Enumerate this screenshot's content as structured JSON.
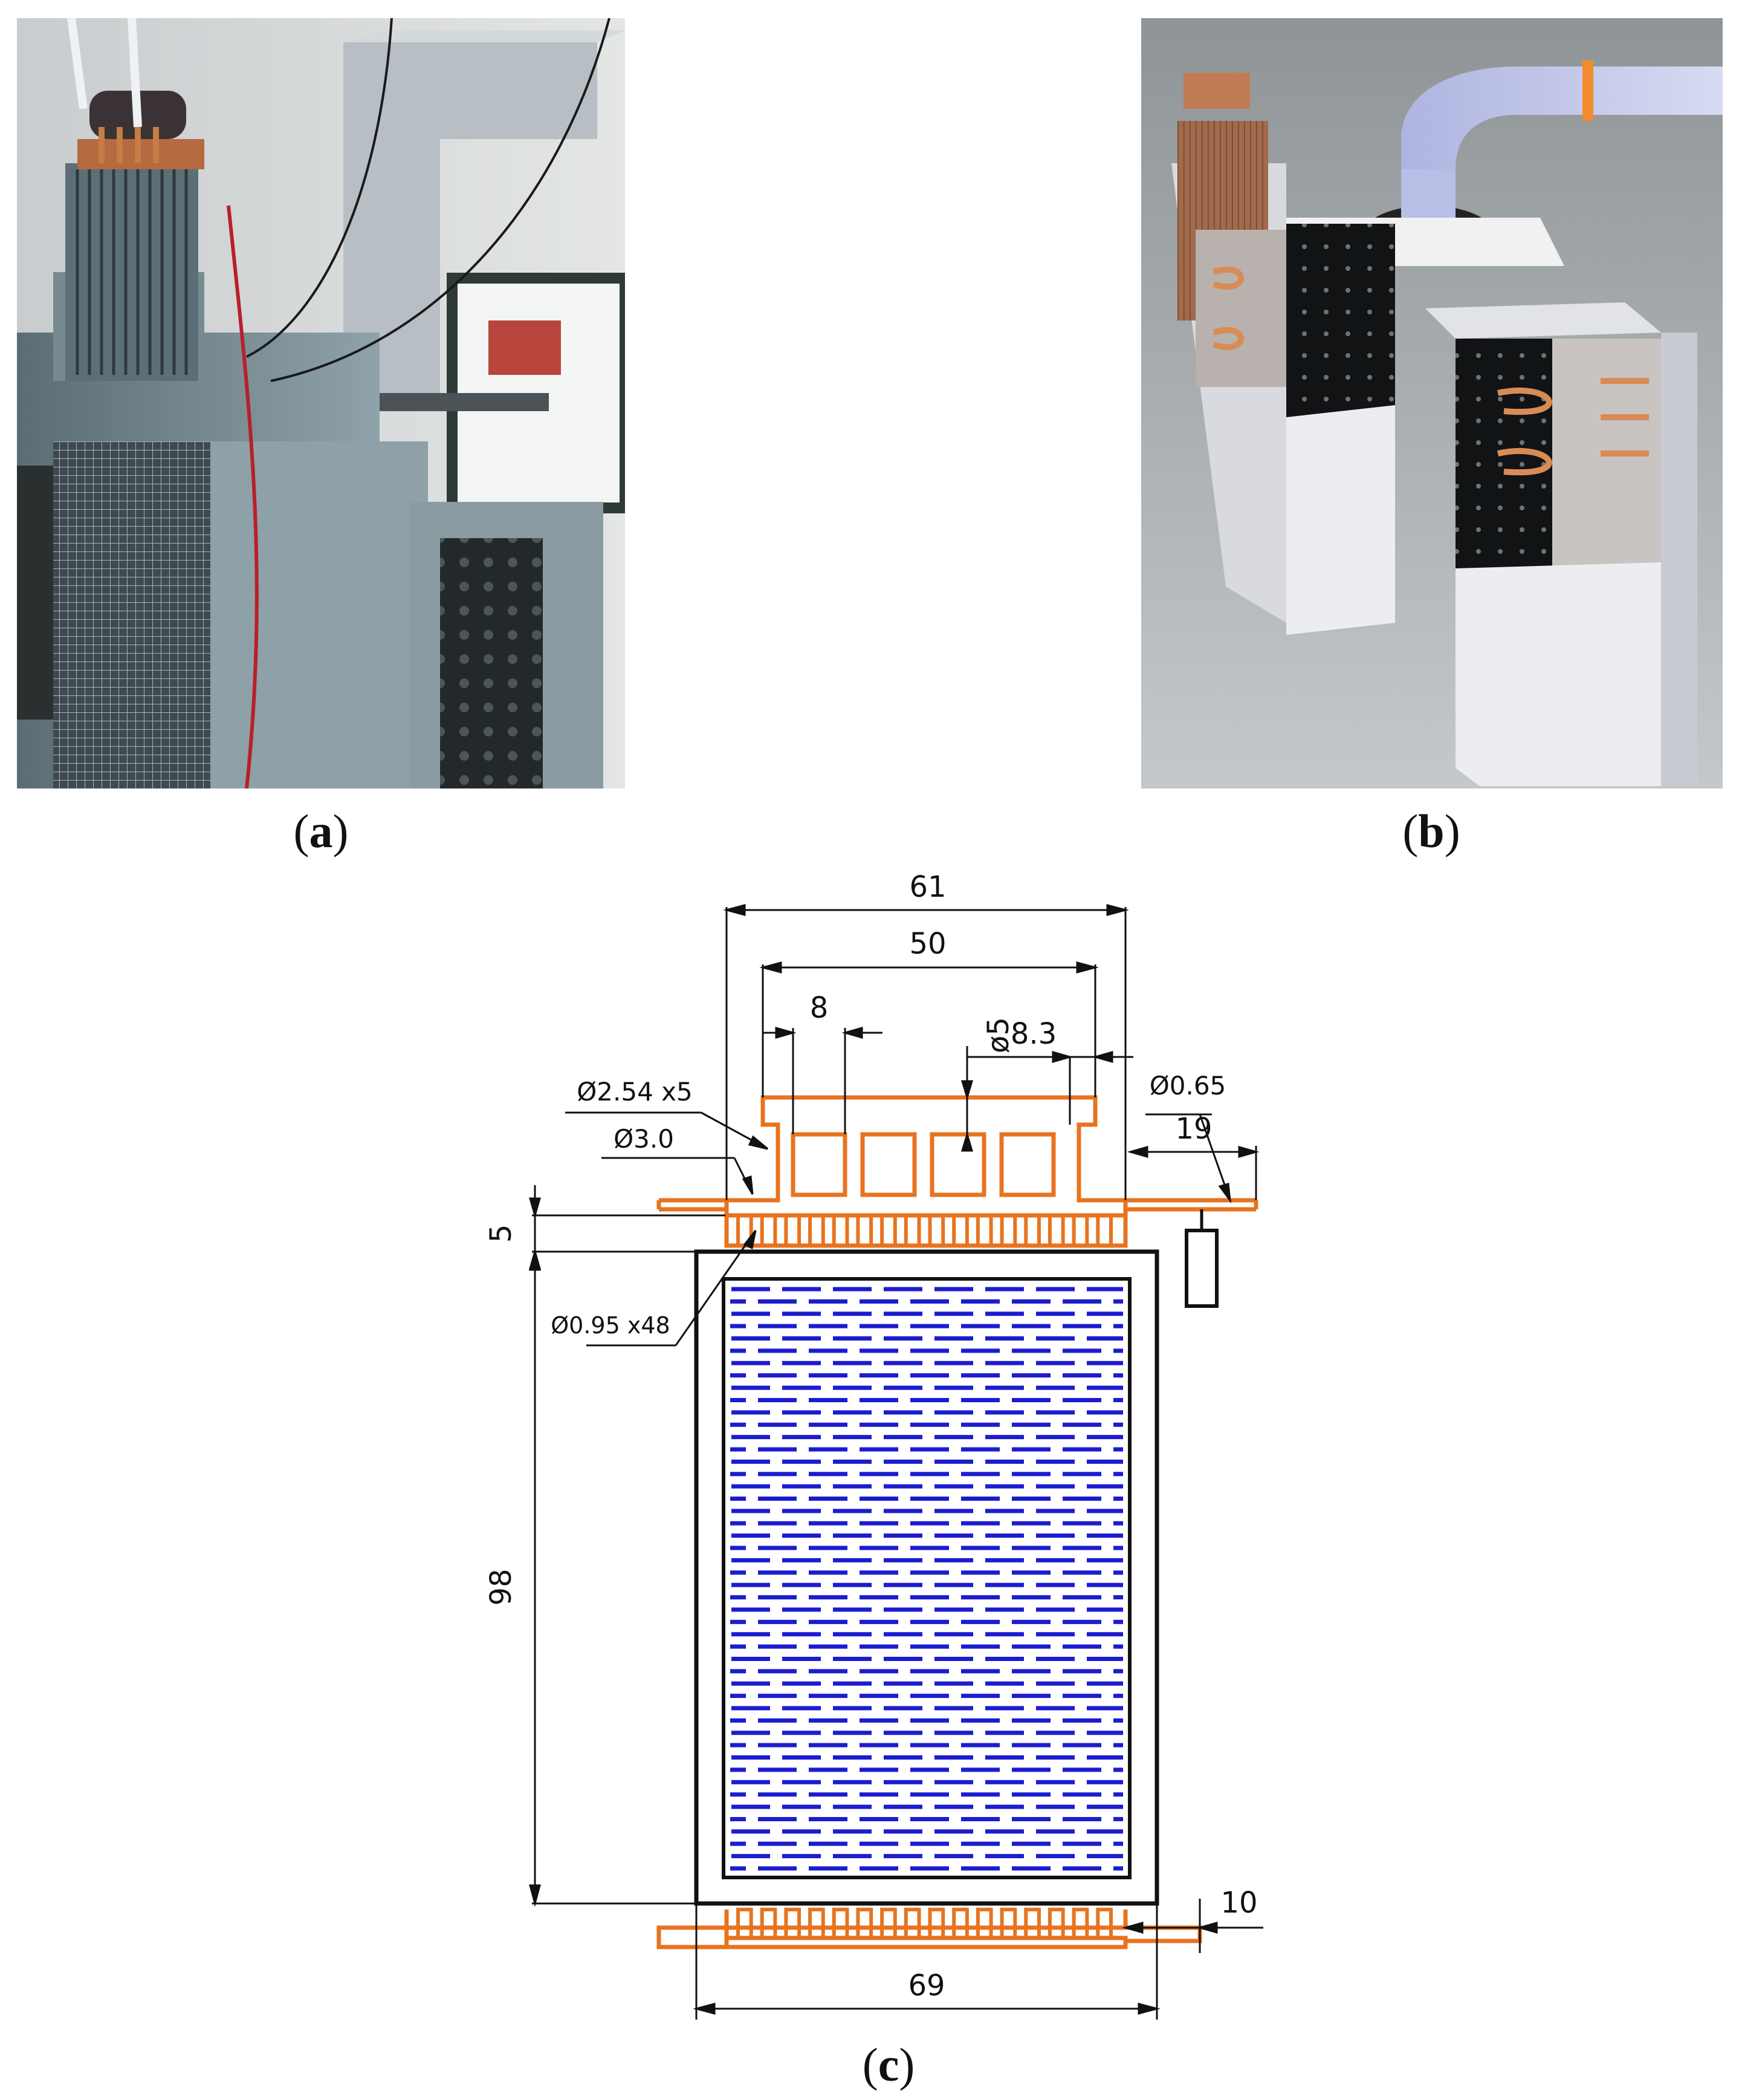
{
  "captions": {
    "a": {
      "open": "(",
      "letter": "a",
      "close": ")"
    },
    "b": {
      "open": "(",
      "letter": "b",
      "close": ")"
    },
    "c": {
      "open": "(",
      "letter": "c",
      "close": ")"
    }
  },
  "drawing": {
    "dim_61": "61",
    "dim_50": "50",
    "dim_8": "8",
    "dim_phi5": "ø5",
    "dim_8_3": "8.3",
    "dim_phi0_65": "Ø0.65",
    "dim_19": "19",
    "dim_phi2_54x5": "Ø2.54 x5",
    "dim_phi3_0": "Ø3.0",
    "dim_5": "5",
    "dim_phi0_95x48": "Ø0.95 x48",
    "dim_98": "98",
    "dim_10": "10",
    "dim_69": "69"
  },
  "colors": {
    "pipe": "#e8731f",
    "fins": "#1c1ccf",
    "outline": "#111111"
  }
}
